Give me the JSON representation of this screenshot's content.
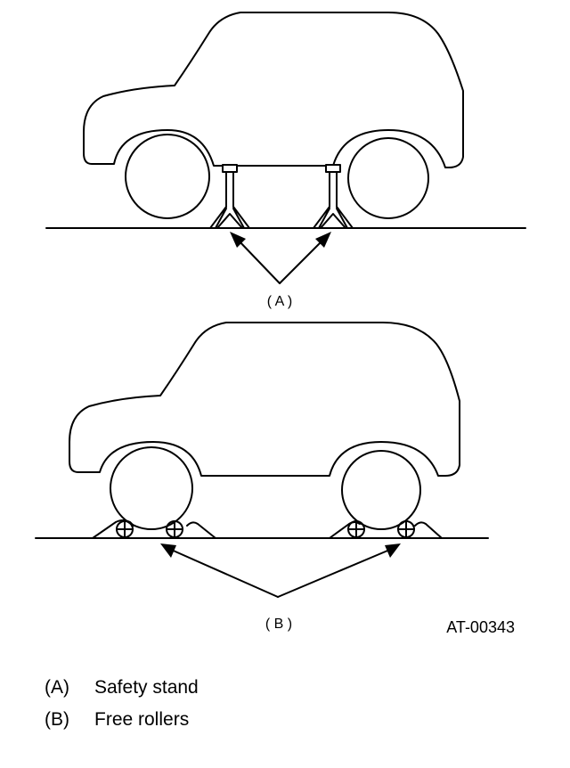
{
  "figure": {
    "callout_a": "( A )",
    "callout_b": "( B )",
    "figure_id": "AT-00343"
  },
  "legend": [
    {
      "key": "(A)",
      "text": "Safety stand"
    },
    {
      "key": "(B)",
      "text": "Free rollers"
    }
  ]
}
